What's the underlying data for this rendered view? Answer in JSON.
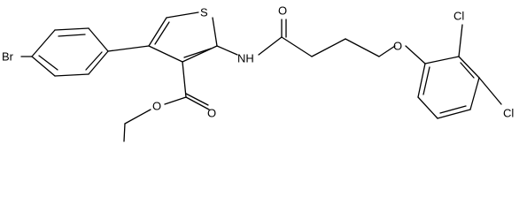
{
  "diagram": {
    "type": "skeletal-structure",
    "atoms": [
      {
        "id": "br",
        "label": "Br"
      },
      {
        "id": "s",
        "label": "S"
      },
      {
        "id": "nh",
        "label": "NH"
      },
      {
        "id": "o_amide",
        "label": "O"
      },
      {
        "id": "o_ether",
        "label": "O"
      },
      {
        "id": "cl_top",
        "label": "Cl"
      },
      {
        "id": "cl_right",
        "label": "Cl"
      },
      {
        "id": "o_ester_carbonyl",
        "label": "O"
      },
      {
        "id": "o_ester_alkoxy",
        "label": "O"
      }
    ]
  }
}
